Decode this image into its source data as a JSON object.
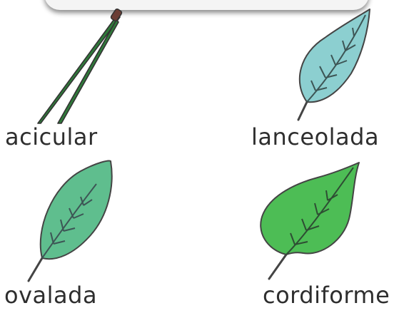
{
  "colors": {
    "needle": "#2f7a3a",
    "lanceolate_fill": "#8ccfd0",
    "ovate_fill": "#5fbe8e",
    "cordate_fill": "#4dbd55",
    "outline": "#444444"
  },
  "leaves": [
    {
      "label": "acicular",
      "icon": "needle-leaf-icon"
    },
    {
      "label": "lanceolada",
      "icon": "lanceolate-leaf-icon"
    },
    {
      "label": "ovalada",
      "icon": "ovate-leaf-icon"
    },
    {
      "label": "cordiforme",
      "icon": "cordate-leaf-icon"
    }
  ]
}
